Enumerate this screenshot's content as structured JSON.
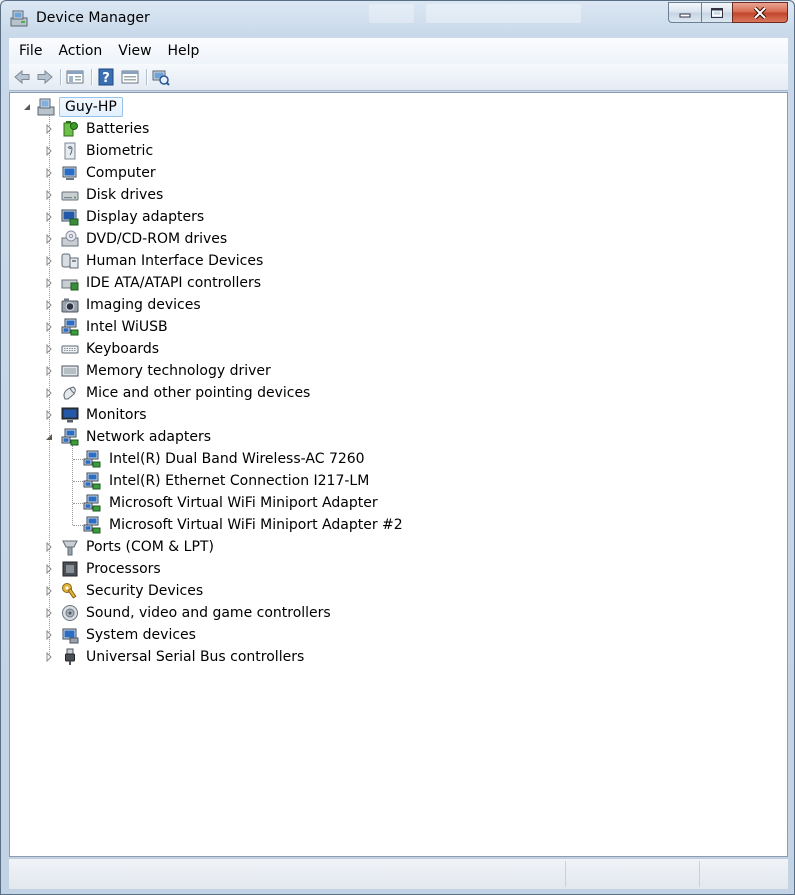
{
  "window": {
    "title": "Device Manager"
  },
  "menu": [
    "File",
    "Action",
    "View",
    "Help"
  ],
  "toolbar": {
    "buttons": [
      "back-icon",
      "forward-icon",
      "console-tree-icon",
      "help-icon",
      "properties-icon",
      "scan-hardware-icon"
    ]
  },
  "tree": {
    "root": "Guy-HP",
    "categories": [
      {
        "label": "Batteries",
        "icon": "battery-icon"
      },
      {
        "label": "Biometric",
        "icon": "biometric-icon"
      },
      {
        "label": "Computer",
        "icon": "computer-icon"
      },
      {
        "label": "Disk drives",
        "icon": "disk-drive-icon"
      },
      {
        "label": "Display adapters",
        "icon": "display-adapter-icon"
      },
      {
        "label": "DVD/CD-ROM drives",
        "icon": "dvd-drive-icon"
      },
      {
        "label": "Human Interface Devices",
        "icon": "hid-icon"
      },
      {
        "label": "IDE ATA/ATAPI controllers",
        "icon": "ide-controller-icon"
      },
      {
        "label": "Imaging devices",
        "icon": "camera-icon"
      },
      {
        "label": "Intel WiUSB",
        "icon": "network-icon"
      },
      {
        "label": "Keyboards",
        "icon": "keyboard-icon"
      },
      {
        "label": "Memory technology driver",
        "icon": "memory-icon"
      },
      {
        "label": "Mice and other pointing devices",
        "icon": "mouse-icon"
      },
      {
        "label": "Monitors",
        "icon": "monitor-icon"
      },
      {
        "label": "Network adapters",
        "icon": "network-icon",
        "expanded": true,
        "children": [
          "Intel(R) Dual Band Wireless-AC 7260",
          "Intel(R) Ethernet Connection I217-LM",
          "Microsoft Virtual WiFi Miniport Adapter",
          "Microsoft Virtual WiFi Miniport Adapter #2"
        ]
      },
      {
        "label": "Ports (COM & LPT)",
        "icon": "port-icon"
      },
      {
        "label": "Processors",
        "icon": "processor-icon"
      },
      {
        "label": "Security Devices",
        "icon": "key-icon"
      },
      {
        "label": "Sound, video and game controllers",
        "icon": "speaker-icon"
      },
      {
        "label": "System devices",
        "icon": "system-device-icon"
      },
      {
        "label": "Universal Serial Bus controllers",
        "icon": "usb-icon"
      }
    ]
  },
  "status": [
    "",
    "",
    ""
  ]
}
